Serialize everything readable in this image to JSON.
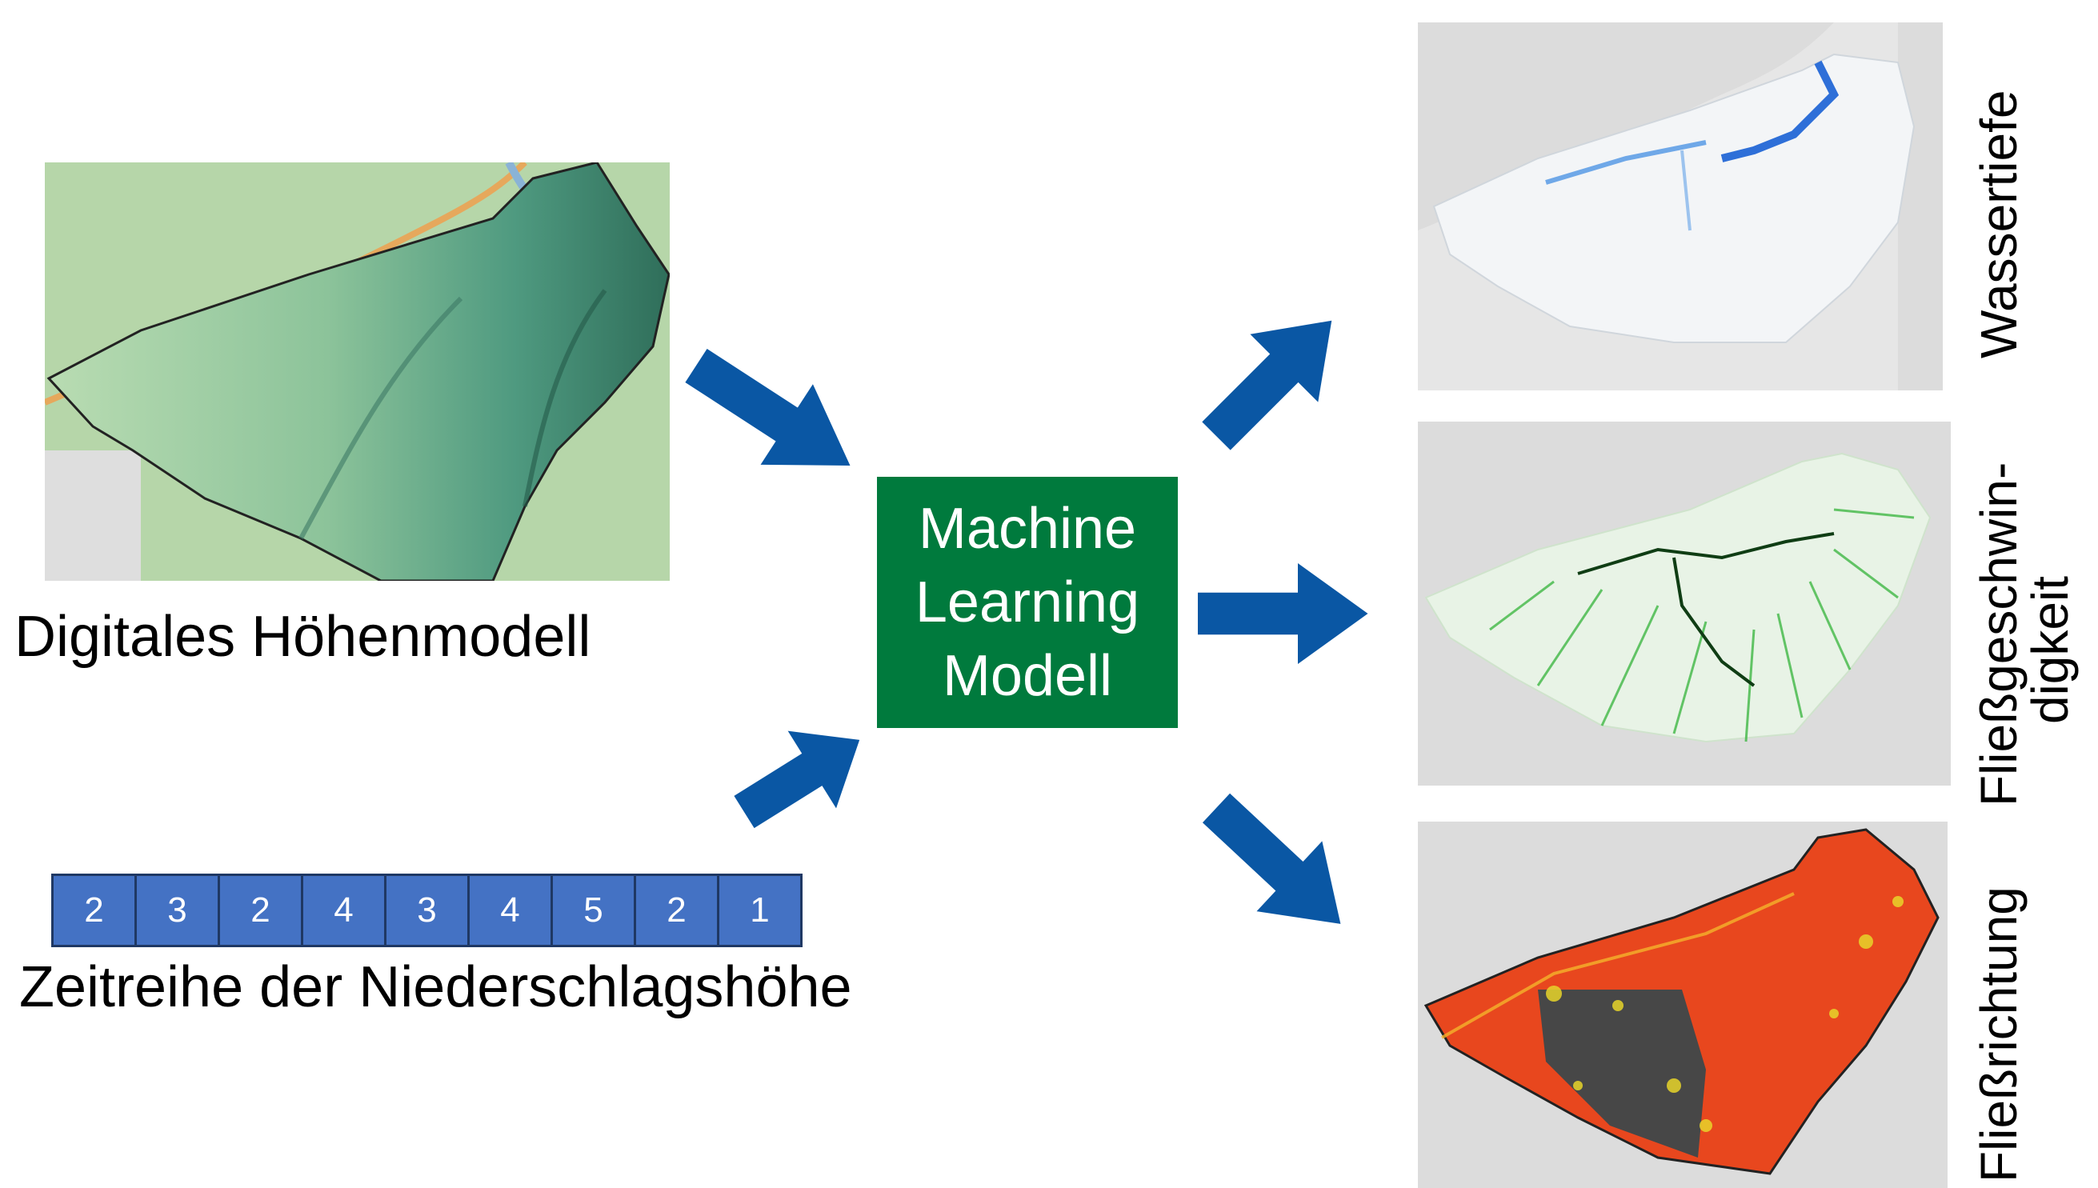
{
  "inputs": {
    "dem_label": "Digitales Höhenmodell",
    "rain_label": "Zeitreihe der Niederschlagshöhe",
    "rain_values": [
      "2",
      "3",
      "2",
      "4",
      "3",
      "4",
      "5",
      "2",
      "1"
    ]
  },
  "model": {
    "line1": "Machine",
    "line2": "Learning",
    "line3": "Modell"
  },
  "outputs": {
    "depth_label": "Wassertiefe",
    "velocity_label_line1": "Fließgeschwin-",
    "velocity_label_line2": "digkeit",
    "direction_label": "Fließrichtung"
  },
  "colors": {
    "arrow": "#0a57a4",
    "model_box": "#007a3d",
    "rain_cell": "#4472c4",
    "rain_border": "#1f3864"
  }
}
